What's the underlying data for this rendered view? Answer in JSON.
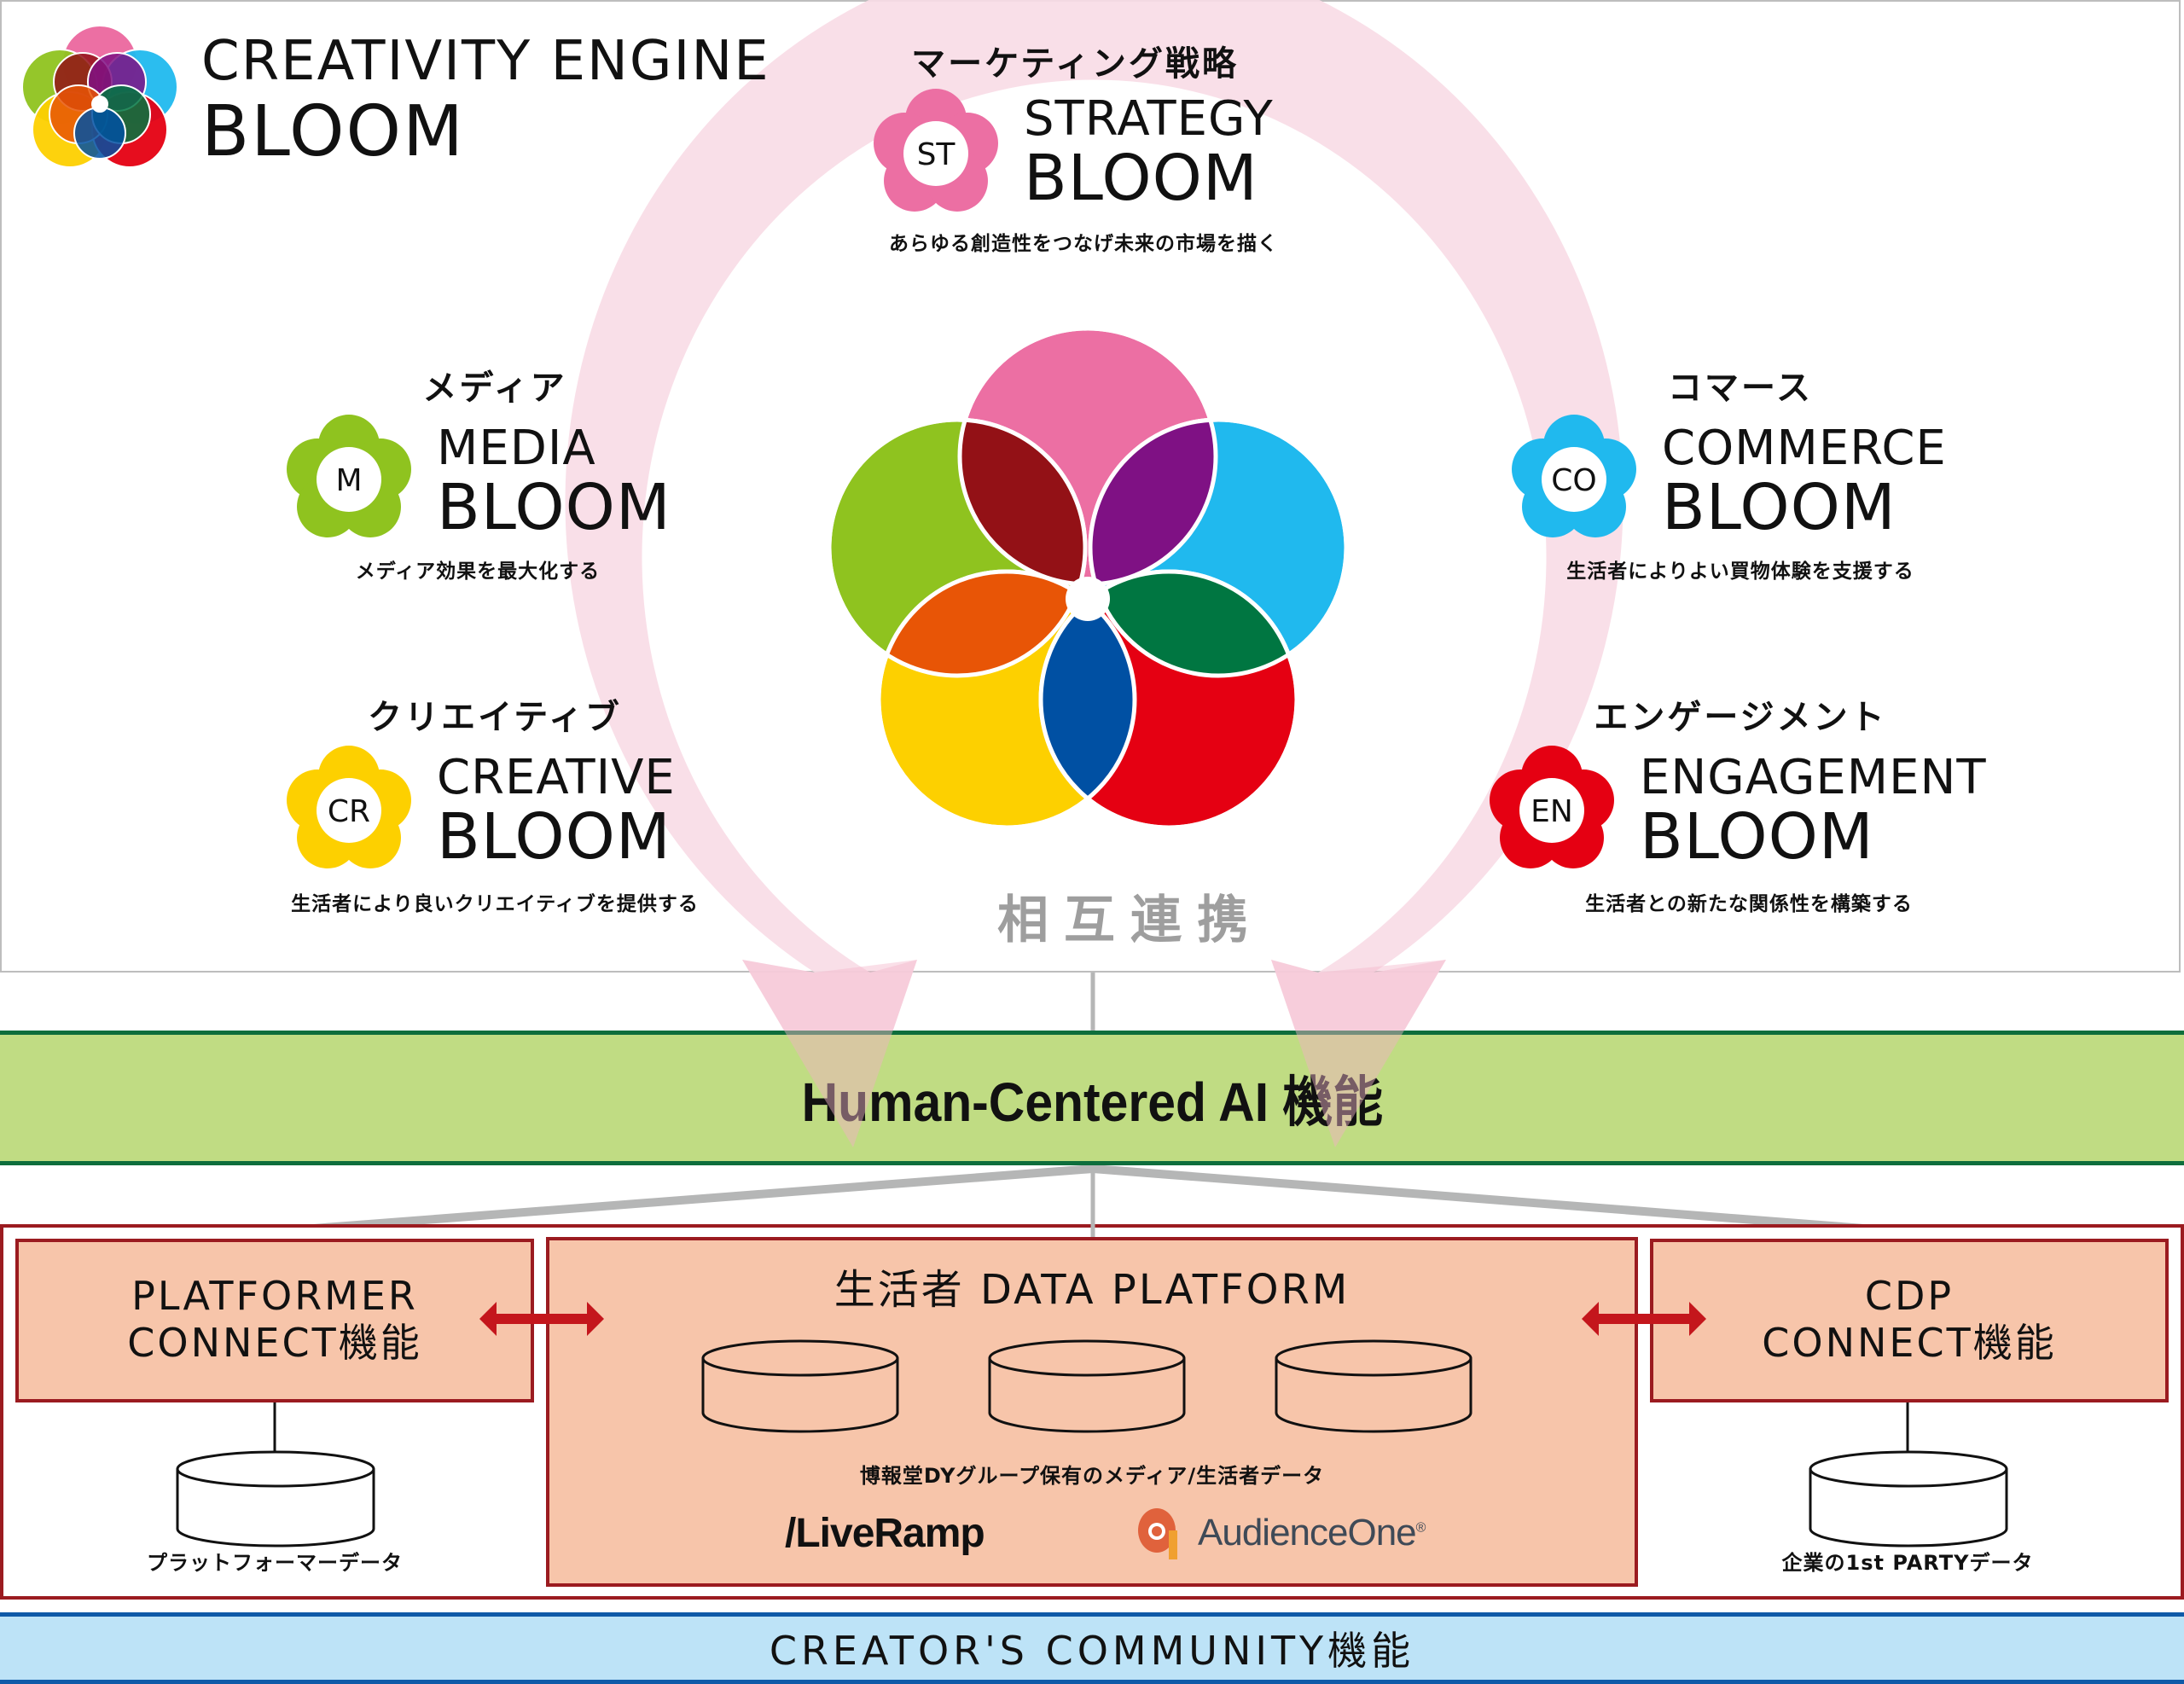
{
  "title": {
    "line1": "CREATIVITY ENGINE",
    "line2": "BLOOM"
  },
  "colors": {
    "pink": "#ec6fa3",
    "green": "#8fc31f",
    "blue": "#20b9ee",
    "yellow": "#fdd000",
    "red": "#e50012",
    "ring": "#f8dbe6",
    "ai_bar": "#c0dd85",
    "ai_border": "#0e6e3c",
    "salmon": "#f7c5aa",
    "dp_border": "#9b1b20",
    "arrow": "#c4161c",
    "community": "#bde3f7",
    "community_border": "#0f5aa8",
    "mutual_text": "#9e9e9e"
  },
  "blooms": {
    "strategy": {
      "jp_heading": "マーケティング戦略",
      "badge": "ST",
      "name_line1": "STRATEGY",
      "name_line2": "BLOOM",
      "description": "あらゆる創造性をつなげ未来の市場を描く",
      "color": "#ec6fa3"
    },
    "media": {
      "jp_heading": "メディア",
      "badge": "M",
      "name_line1": "MEDIA",
      "name_line2": "BLOOM",
      "description": "メディア効果を最大化する",
      "color": "#8fc31f"
    },
    "commerce": {
      "jp_heading": "コマース",
      "badge": "CO",
      "name_line1": "COMMERCE",
      "name_line2": "BLOOM",
      "description": "生活者によりよい買物体験を支援する",
      "color": "#20b9ee"
    },
    "creative": {
      "jp_heading": "クリエイティブ",
      "badge": "CR",
      "name_line1": "CREATIVE",
      "name_line2": "BLOOM",
      "description": "生活者により良いクリエイティブを提供する",
      "color": "#fdd000"
    },
    "engagement": {
      "jp_heading": "エンゲージメント",
      "badge": "EN",
      "name_line1": "ENGAGEMENT",
      "name_line2": "BLOOM",
      "description": "生活者との新たな関係性を構築する",
      "color": "#e50012"
    }
  },
  "center": {
    "mutual_label": "相互連携"
  },
  "ai_layer": {
    "label": "Human-Centered AI 機能"
  },
  "data_layer": {
    "platformer": {
      "title_line1": "PLATFORMER",
      "title_line2": "CONNECT機能",
      "db_label": "プラットフォーマーデータ"
    },
    "data_platform": {
      "title": "生活者 DATA PLATFORM",
      "caption": "博報堂DYグループ保有のメディア/生活者データ",
      "partner1": "/LiveRamp",
      "partner2": "AudienceOne",
      "partner2_mark": "®"
    },
    "cdp": {
      "title_line1": "CDP",
      "title_line2": "CONNECT機能",
      "db_label": "企業の1st PARTYデータ"
    }
  },
  "community_layer": {
    "label": "CREATOR'S COMMUNITY機能"
  }
}
